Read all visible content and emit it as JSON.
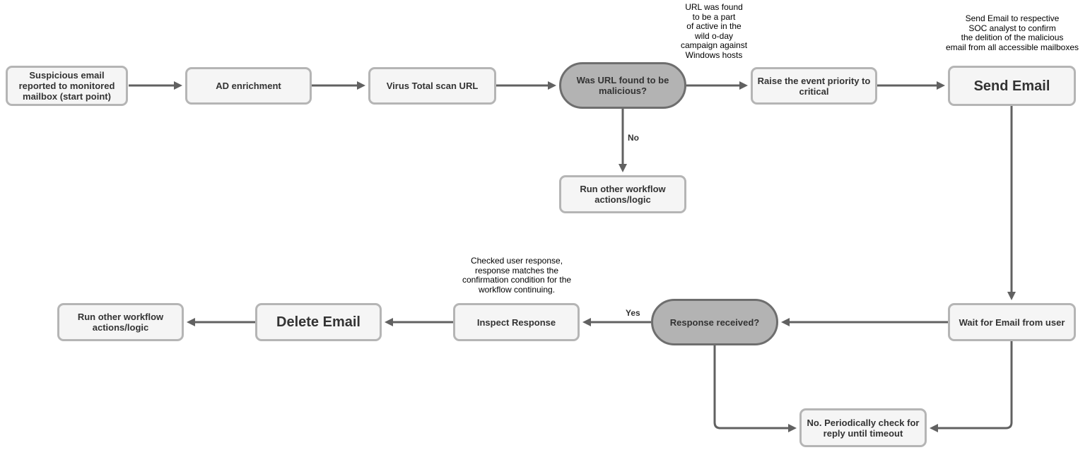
{
  "colors": {
    "process_fill": "#f5f5f5",
    "process_border": "#b5b5b5",
    "decision_fill": "#b3b3b3",
    "decision_border": "#6e6e6e",
    "arrow": "#616161",
    "text": "#333333"
  },
  "nodes": {
    "start": {
      "label": "Suspicious email\nreported to monitored\nmailbox (start point)"
    },
    "ad_enrichment": {
      "label": "AD enrichment"
    },
    "virustotal": {
      "label": "Virus Total scan URL"
    },
    "decision_url": {
      "label": "Was URL found to be\nmalicious?"
    },
    "raise_priority": {
      "label": "Raise the event priority to\ncritical"
    },
    "send_email": {
      "label": "Send Email"
    },
    "run_other_top": {
      "label": "Run other workflow\nactions/logic"
    },
    "run_other_bottom": {
      "label": "Run other workflow\nactions/logic"
    },
    "delete_email": {
      "label": "Delete Email"
    },
    "inspect_response": {
      "label": "Inspect Response"
    },
    "decision_response": {
      "label": "Response received?"
    },
    "wait_email": {
      "label": "Wait for Email from user"
    },
    "periodic_check": {
      "label": "No. Periodically check for\nreply until timeout"
    }
  },
  "annotations": {
    "url_campaign": {
      "text": "URL was found\nto be a part\nof active in the\nwild o-day\ncampaign against\nWindows hosts"
    },
    "send_email_note": {
      "text": "Send Email to respective\nSOC analyst to confirm\nthe delition of the malicious\nemail from all accessible mailboxes"
    },
    "checked_response": {
      "text": "Checked user response,\nresponse matches the\nconfirmation condition for the\nworkflow continuing."
    }
  },
  "edge_labels": {
    "no": {
      "text": "No"
    },
    "yes": {
      "text": "Yes"
    }
  }
}
